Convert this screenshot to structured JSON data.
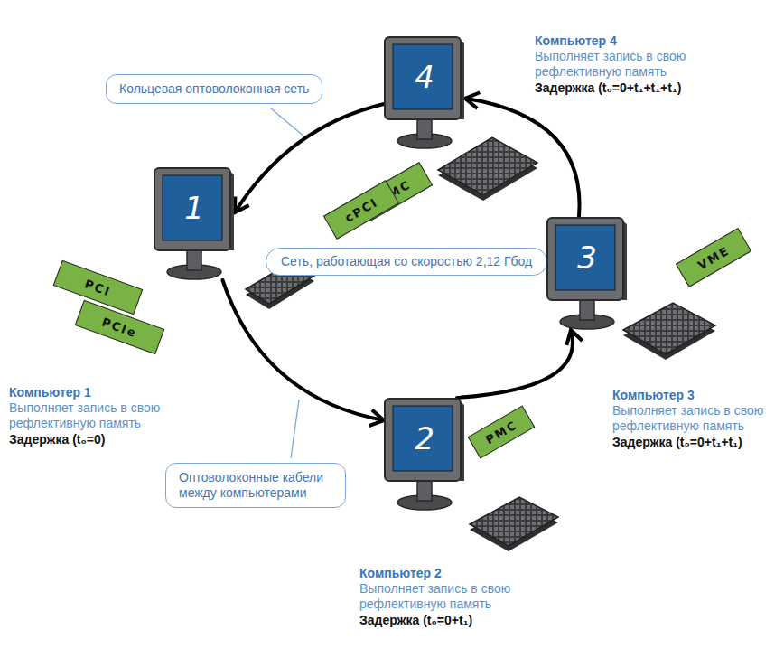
{
  "diagram": {
    "nodes": [
      {
        "text": [
          "Кольцевая оптоволоконная сеть"
        ]
      },
      {
        "text": [
          "4"
        ]
      },
      {
        "text": [
          "PMC"
        ]
      },
      {
        "text": [
          "cPCI"
        ]
      },
      {
        "text": [
          "1"
        ]
      },
      {
        "text": [
          "Сеть, работающая со скоростью 2,12 Гбод"
        ]
      },
      {
        "text": [
          "3"
        ]
      },
      {
        "text": [
          "VME"
        ]
      },
      {
        "text": [
          "PCI"
        ]
      },
      {
        "text": [
          "PCIe"
        ]
      },
      {
        "text": [
          "Оптоволоконные кабели между компьютерами"
        ]
      },
      {
        "text": [
          "2"
        ]
      },
      {
        "text": [
          "PMC"
        ]
      }
    ],
    "edges": [
      {
        "from": 4,
        "to": 11,
        "arrow": "to"
      },
      {
        "from": 11,
        "to": 6,
        "arrow": "to"
      },
      {
        "from": 6,
        "to": 1,
        "arrow": "to"
      },
      {
        "from": 1,
        "to": 4,
        "arrow": "to"
      }
    ],
    "labels": [
      "Компьютер 4",
      "Выполняет запись в свою рефлективную память",
      "Задержка (t₀=0+t₁+t₁+t₁)",
      "Компьютер 1",
      "Выполняет запись в свою рефлективную память",
      "Задержка (t₀=0)",
      "Компьютер 3",
      "Выполняет запись в свою рефлективную память",
      "Задержка (t₀=0+t₁+t₁)",
      "Компьютер 2",
      "Выполняет запись в свою рефлективную память",
      "Задержка (t₀=0+t₁)"
    ]
  }
}
